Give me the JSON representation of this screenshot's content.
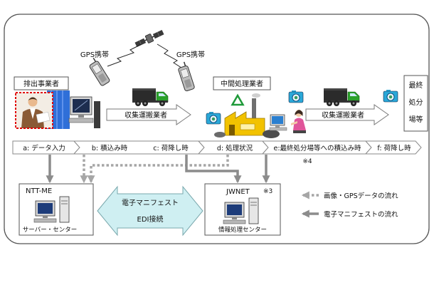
{
  "gps": {
    "left_phone_label": "GPS携帯",
    "right_phone_label": "GPS携帯"
  },
  "actors": {
    "discharger": "排出事業者",
    "intermediate_processor": "中間処理業者",
    "final_disposal_lines": [
      "最終",
      "処分",
      "場等"
    ]
  },
  "transport": {
    "first_leg": "収集運搬業者",
    "second_leg": "収集運搬業者"
  },
  "timeline": {
    "steps": [
      "a: データ入力",
      "b: 積込み時",
      "c: 荷降し時",
      "d: 処理状況",
      "e:最終処分場等への積込み時",
      "f: 荷降し時"
    ],
    "note": "※4"
  },
  "centers": {
    "ntt": {
      "name": "NTT-ME",
      "caption": "サーバー・センター"
    },
    "jwnet": {
      "name": "JWNET",
      "note": "※3",
      "caption": "情報処理センター"
    }
  },
  "edi_link": {
    "line1": "電子マニフェスト",
    "line2": "EDI接続"
  },
  "legend": {
    "dotted": "画像・GPSデータの流れ",
    "solid": "電子マニフェストの流れ"
  },
  "colors": {
    "frame": "#555555",
    "truck_cab": "#2aa02a",
    "plant": "#f2c200",
    "edi_arrow": "#cfeff2",
    "solid_flow": "#8c8c8c",
    "dotted_flow": "#a6a6a6",
    "highlight_border": "#e00000",
    "building": "#2f6fd8",
    "camera": "#2aa8d8"
  }
}
